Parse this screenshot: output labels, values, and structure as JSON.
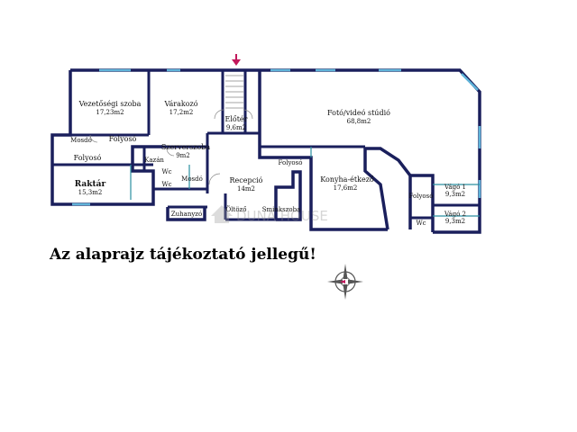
{
  "rooms": {
    "vezetosegi": {
      "name": "Vezetőségi szoba",
      "area": "17,23m2"
    },
    "varakozo": {
      "name": "Várakozó",
      "area": "17,2m2"
    },
    "eloter": {
      "name": "Előtér",
      "area": "9,6m2"
    },
    "studio": {
      "name": "Fotó/videó stúdió",
      "area": "68,8m2"
    },
    "mosdo1": {
      "name": "Mosdó"
    },
    "folyoso1": {
      "name": "Folyosó"
    },
    "szerverszoba": {
      "name": "Szerverszoba",
      "area": "9m2"
    },
    "folyoso2": {
      "name": "Folyosó"
    },
    "kazan": {
      "name": "Kazán"
    },
    "wc1": {
      "name": "Wc"
    },
    "wc2": {
      "name": "Wc"
    },
    "mosdo2": {
      "name": "Mosdó"
    },
    "recepcio": {
      "name": "Recepció",
      "area": "14m2"
    },
    "folyoso3": {
      "name": "Folyosó"
    },
    "konyha": {
      "name": "Konyha-étkező",
      "area": "17,6m2"
    },
    "folyoso4": {
      "name": "Folyosó"
    },
    "vago1": {
      "name": "Vágó 1",
      "area": "9,3m2"
    },
    "vago2": {
      "name": "Vágó 2",
      "area": "9,3m2"
    },
    "wc3": {
      "name": "Wc"
    },
    "raktar": {
      "name": "Raktár",
      "area": "15,3m2"
    },
    "zuhanyzo": {
      "name": "Zuhanyzó"
    },
    "olto": {
      "name": "Öltöző"
    },
    "sminkszoba": {
      "name": "Sminkszoba"
    }
  },
  "watermark": "DUNA HOUSE",
  "caption": "Az alaprajz tájékoztató jellegű!",
  "colors": {
    "wall": "#1a1f5c",
    "window": "#5fb3d9",
    "inner_wall": "#2a8fa0",
    "entrance_arrow": "#c2185b"
  }
}
